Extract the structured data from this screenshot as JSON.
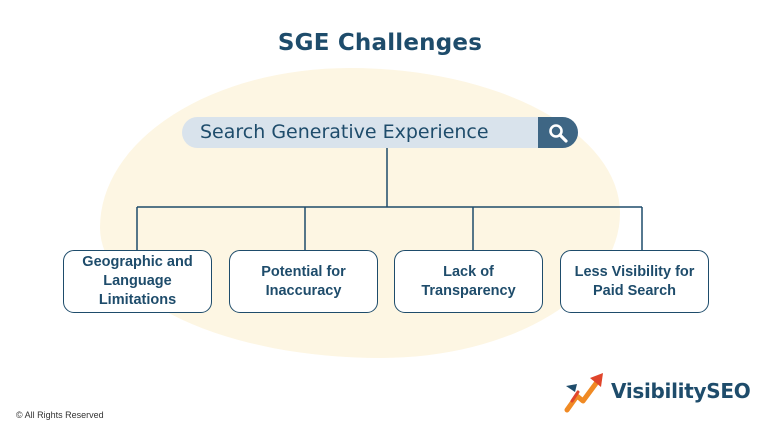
{
  "title": "SGE Challenges",
  "search": {
    "text": "Search Generative Experience",
    "icon": "search-icon"
  },
  "challenges": [
    "Geographic and Language Limitations",
    "Potential for Inaccuracy",
    "Lack of Transparency",
    "Less Visibility for Paid Search"
  ],
  "footer": {
    "copyright": "© All Rights Reserved",
    "logo_text": "VisibilitySEO",
    "logo_icon": "rising-arrow-icon"
  },
  "colors": {
    "primary": "#1e4c6b",
    "search_bar": "#d9e3ec",
    "search_button": "#3e6684",
    "background_blob": "#fdf6e3",
    "logo_orange": "#f08a24",
    "logo_red": "#e0452b"
  }
}
